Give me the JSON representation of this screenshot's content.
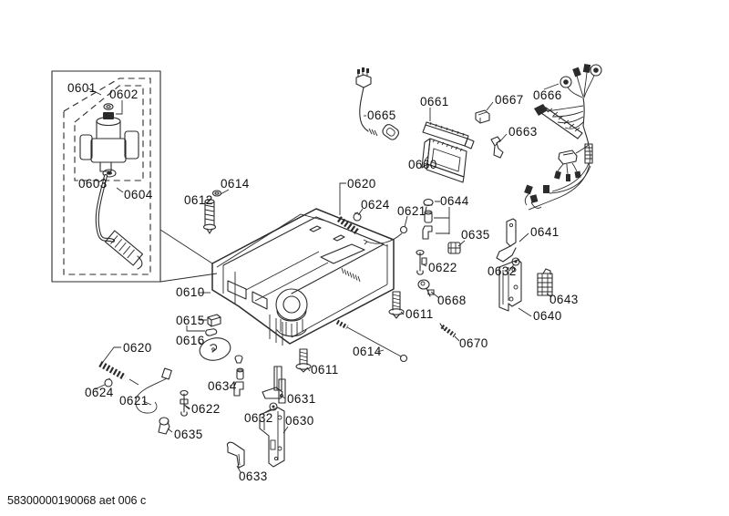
{
  "colors": {
    "background": "#ffffff",
    "line": "#2b2b2b",
    "text": "#111111"
  },
  "footer": {
    "document_code": "58300000190068 aet 006 c"
  },
  "labels": {
    "inset": {
      "l0601": "0601",
      "l0602": "0602",
      "l0603": "0603",
      "l0604": "0604"
    },
    "top_row": {
      "l0665": "0665",
      "l0661": "0661",
      "l0667": "0667",
      "l0666": "0666",
      "l0663": "0663",
      "l0660": "0660"
    },
    "upper_mid": {
      "l0614": "0614",
      "l0612": "0612",
      "l0620": "0620",
      "l0624": "0624",
      "l0621": "0621",
      "l0644": "0644",
      "l0635": "0635",
      "l0622": "0622"
    },
    "right_col": {
      "l0641": "0641",
      "l0632": "0632",
      "l0668": "0668",
      "l0611": "0611",
      "l0643": "0643",
      "l0640": "0640",
      "l0670": "0670"
    },
    "frame_area": {
      "l0610": "0610",
      "l0615": "0615",
      "l0616": "0616",
      "l0614": "0614",
      "l0611": "0611"
    },
    "lower_left": {
      "l0620": "0620",
      "l0624": "0624",
      "l0621": "0621",
      "l0622": "0622",
      "l0635": "0635"
    },
    "lower_mid": {
      "l0634": "0634",
      "l0631": "0631",
      "l0632": "0632",
      "l0630": "0630",
      "l0633": "0633"
    }
  }
}
